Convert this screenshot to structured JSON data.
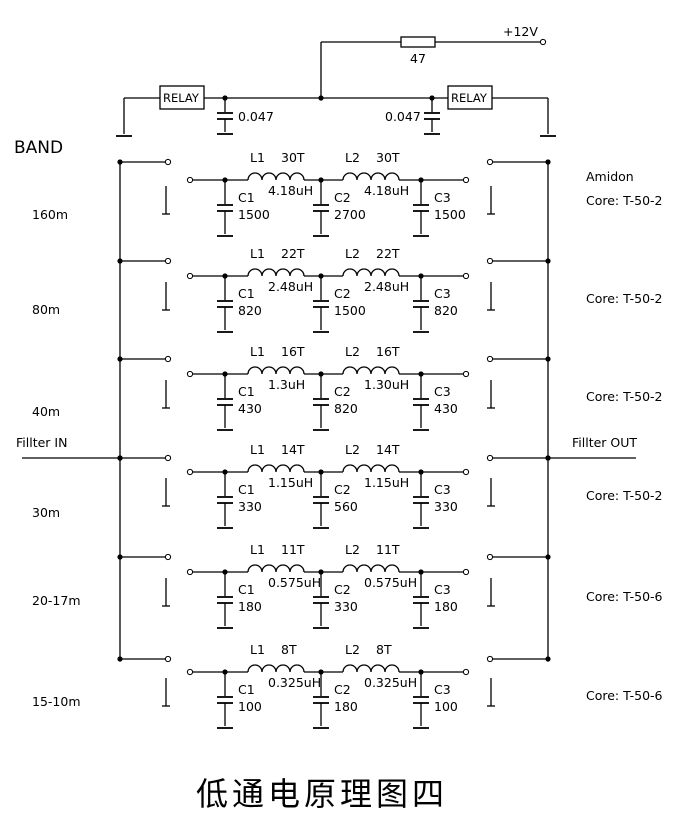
{
  "band_heading": "BAND",
  "supply": {
    "voltage": "+12V",
    "resistor": "47"
  },
  "relays": [
    {
      "label": "RELAY",
      "cap": "0.047"
    },
    {
      "label": "RELAY",
      "cap": "0.047"
    }
  ],
  "amidon": "Amidon",
  "filter_in": "Fillter IN",
  "filter_out": "Fillter OUT",
  "bands": [
    {
      "band": "160m",
      "core": "Core: T-50-2",
      "l1": "L1",
      "l1_turns": "30T",
      "l1_ind": "4.18uH",
      "l2": "L2",
      "l2_turns": "30T",
      "l2_ind": "4.18uH",
      "c1": "C1",
      "c1_val": "1500",
      "c2": "C2",
      "c2_val": "2700",
      "c3": "C3",
      "c3_val": "1500"
    },
    {
      "band": "80m",
      "core": "Core: T-50-2",
      "l1": "L1",
      "l1_turns": "22T",
      "l1_ind": "2.48uH",
      "l2": "L2",
      "l2_turns": "22T",
      "l2_ind": "2.48uH",
      "c1": "C1",
      "c1_val": "820",
      "c2": "C2",
      "c2_val": "1500",
      "c3": "C3",
      "c3_val": "820"
    },
    {
      "band": "40m",
      "core": "Core: T-50-2",
      "l1": "L1",
      "l1_turns": "16T",
      "l1_ind": "1.3uH",
      "l2": "L2",
      "l2_turns": "16T",
      "l2_ind": "1.30uH",
      "c1": "C1",
      "c1_val": "430",
      "c2": "C2",
      "c2_val": "820",
      "c3": "C3",
      "c3_val": "430"
    },
    {
      "band": "30m",
      "core": "Core: T-50-2",
      "l1": "L1",
      "l1_turns": "14T",
      "l1_ind": "1.15uH",
      "l2": "L2",
      "l2_turns": "14T",
      "l2_ind": "1.15uH",
      "c1": "C1",
      "c1_val": "330",
      "c2": "C2",
      "c2_val": "560",
      "c3": "C3",
      "c3_val": "330"
    },
    {
      "band": "20-17m",
      "core": "Core: T-50-6",
      "l1": "L1",
      "l1_turns": "11T",
      "l1_ind": "0.575uH",
      "l2": "L2",
      "l2_turns": "11T",
      "l2_ind": "0.575uH",
      "c1": "C1",
      "c1_val": "180",
      "c2": "C2",
      "c2_val": "330",
      "c3": "C3",
      "c3_val": "180"
    },
    {
      "band": "15-10m",
      "core": "Core: T-50-6",
      "l1": "L1",
      "l1_turns": "8T",
      "l1_ind": "0.325uH",
      "l2": "L2",
      "l2_turns": "8T",
      "l2_ind": "0.325uH",
      "c1": "C1",
      "c1_val": "100",
      "c2": "C2",
      "c2_val": "180",
      "c3": "C3",
      "c3_val": "100"
    }
  ],
  "title": "低通电原理图四"
}
